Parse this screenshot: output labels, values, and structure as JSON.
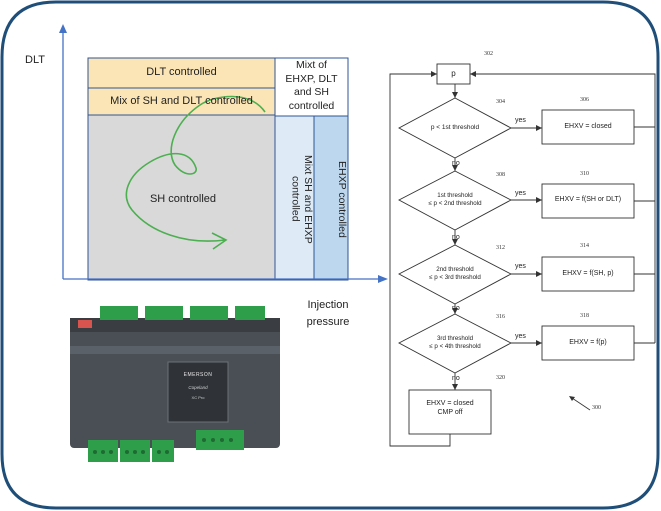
{
  "colors": {
    "frame_border": "#1f4e79",
    "axis": "#4472c4",
    "dlt_zone": "#fbe5b6",
    "sh_zone": "#d9d9d9",
    "mix_sh_ehxp_zone": "#deebf7",
    "ehxp_zone": "#bdd7ee",
    "zone_border": "#2f5597",
    "trajectory": "#4caf50"
  },
  "chart": {
    "y_axis_label": "DLT",
    "x_axis_label": "Injection\npressure",
    "zones": {
      "dlt_controlled": "DLT controlled",
      "mix_sh_dlt": "Mix of SH and DLT controlled",
      "mix_ehxp_dlt_sh": "Mixt of\nEHXP, DLT\nand SH\ncontrolled",
      "sh_controlled": "SH controlled",
      "mix_sh_ehxp": "Mixt SH and EHXP\ncontrolled",
      "ehxp_controlled": "EHXP controlled"
    }
  },
  "device": {
    "brand": "EMERSON",
    "product_line": "Copeland",
    "model": "XC Pro"
  },
  "flowchart": {
    "start": {
      "ref": "302",
      "label": "p"
    },
    "steps": [
      {
        "ref": "304",
        "condition": "p < 1st threshold",
        "action_ref": "306",
        "action": "EHXV = closed"
      },
      {
        "ref": "308",
        "condition": "1st threshold\n≤ p < 2nd threshold",
        "action_ref": "310",
        "action": "EHXV = f(SH or DLT)"
      },
      {
        "ref": "312",
        "condition": "2nd threshold\n≤ p < 3rd threshold",
        "action_ref": "314",
        "action": "EHXV = f(SH, p)"
      },
      {
        "ref": "316",
        "condition": "3rd threshold\n≤ p < 4th threshold",
        "action_ref": "318",
        "action": "EHXV = f(p)"
      }
    ],
    "final": {
      "ref": "320",
      "label": "EHXV = closed\nCMP off"
    },
    "yes_label": "yes",
    "no_label": "no",
    "figure_ref": "300"
  }
}
